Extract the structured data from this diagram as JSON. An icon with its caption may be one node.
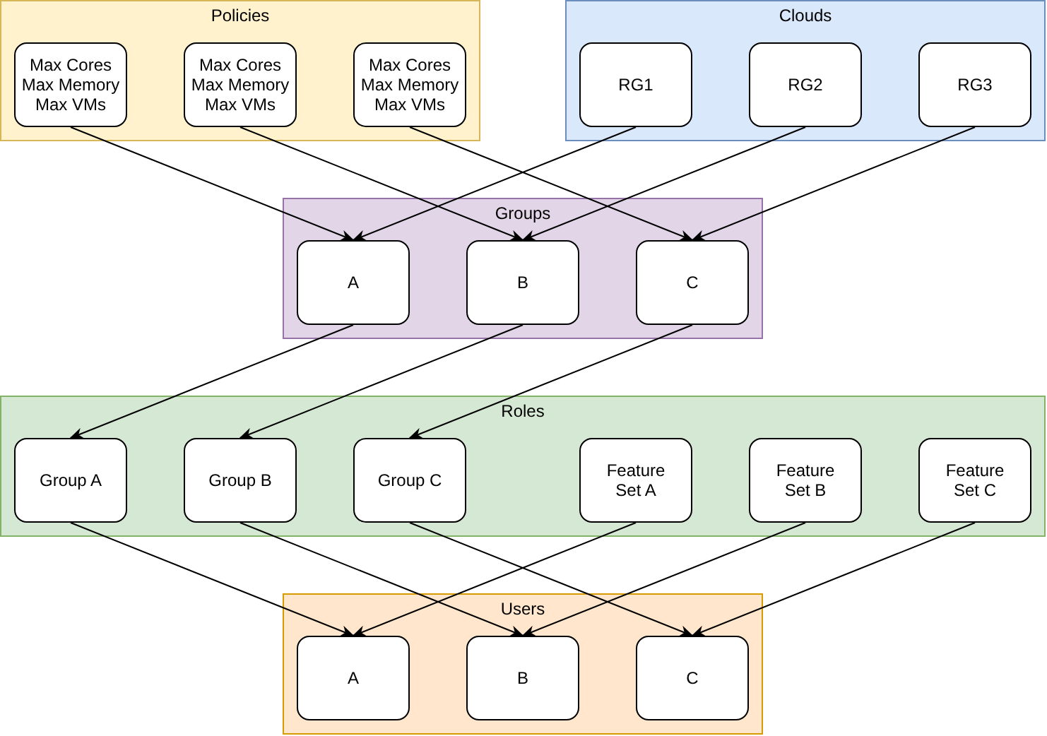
{
  "diagram": {
    "nodes": [
      {
        "text": [
          "Policies"
        ]
      },
      {
        "text": [
          "Max Cores Max Memory Max VMs"
        ],
        "in": 0
      },
      {
        "text": [
          "Max Cores Max Memory Max VMs"
        ],
        "in": 0
      },
      {
        "text": [
          "Max Cores Max Memory Max VMs"
        ],
        "in": 0
      },
      {
        "text": [
          "Clouds"
        ]
      },
      {
        "text": [
          "RG1"
        ],
        "in": 4
      },
      {
        "text": [
          "RG2"
        ],
        "in": 4
      },
      {
        "text": [
          "RG3"
        ],
        "in": 4
      },
      {
        "text": [
          "Groups"
        ]
      },
      {
        "text": [
          "A"
        ],
        "in": 8
      },
      {
        "text": [
          "B"
        ],
        "in": 8
      },
      {
        "text": [
          "C"
        ],
        "in": 8
      },
      {
        "text": [
          "Roles"
        ]
      },
      {
        "text": [
          "Group A"
        ],
        "in": 12
      },
      {
        "text": [
          "Group B"
        ],
        "in": 12
      },
      {
        "text": [
          "Group C"
        ],
        "in": 12
      },
      {
        "text": [
          "Feature Set A"
        ],
        "in": 12
      },
      {
        "text": [
          "Feature Set B"
        ],
        "in": 12
      },
      {
        "text": [
          "Feature Set C"
        ],
        "in": 12
      },
      {
        "text": [
          "Users"
        ]
      },
      {
        "text": [
          "A"
        ],
        "in": 19
      },
      {
        "text": [
          "B"
        ],
        "in": 19
      },
      {
        "text": [
          "C"
        ],
        "in": 19
      }
    ],
    "edges": [
      {
        "from": 1,
        "to": 9,
        "arrow": "to"
      },
      {
        "from": 2,
        "to": 10,
        "arrow": "to"
      },
      {
        "from": 3,
        "to": 11,
        "arrow": "to"
      },
      {
        "from": 5,
        "to": 9,
        "arrow": "to"
      },
      {
        "from": 6,
        "to": 10,
        "arrow": "to"
      },
      {
        "from": 7,
        "to": 11,
        "arrow": "to"
      },
      {
        "from": 9,
        "to": 13,
        "arrow": "to"
      },
      {
        "from": 10,
        "to": 14,
        "arrow": "to"
      },
      {
        "from": 11,
        "to": 15,
        "arrow": "to"
      },
      {
        "from": 13,
        "to": 20,
        "arrow": "to"
      },
      {
        "from": 14,
        "to": 21,
        "arrow": "to"
      },
      {
        "from": 15,
        "to": 22,
        "arrow": "to"
      },
      {
        "from": 16,
        "to": 20,
        "arrow": "to"
      },
      {
        "from": 17,
        "to": 21,
        "arrow": "to"
      },
      {
        "from": 18,
        "to": 22,
        "arrow": "to"
      }
    ]
  }
}
